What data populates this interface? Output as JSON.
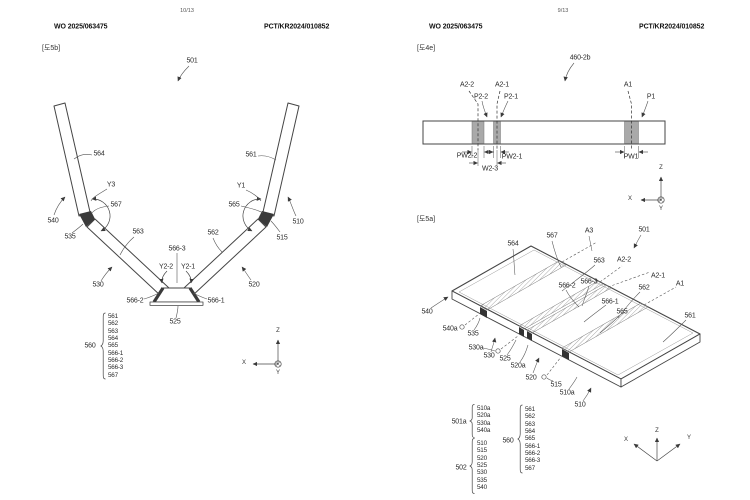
{
  "palette": {
    "ink": "#454545",
    "leader": "#555555",
    "band_gray": "#a9a9a9",
    "dark_fill": "#3a3a3a",
    "paper": "#ffffff"
  },
  "lp": {
    "page_num": "10/13",
    "wo": "WO 2025/063475",
    "pct": "PCT/KR2024/010852",
    "fig_tag": "[도5b]",
    "labels": {
      "n501": "501",
      "n564": "564",
      "y3": "Y3",
      "n567": "567",
      "n540": "540",
      "n535": "535",
      "n563": "563",
      "n530": "530",
      "n566_3": "566-3",
      "y2_2": "Y2-2",
      "y2_1": "Y2-1",
      "n566_2": "566-2",
      "n566_1": "566-1",
      "n525": "525",
      "n562": "562",
      "n520": "520",
      "n565": "565",
      "y1": "Y1",
      "n561": "561",
      "n510": "510",
      "n515": "515"
    },
    "ref560": {
      "label": "560",
      "items": [
        "561",
        "562",
        "563",
        "564",
        "565",
        "566-1",
        "566-2",
        "566-3",
        "567"
      ]
    },
    "axis": {
      "z": "Z",
      "x": "X",
      "y": "Y"
    }
  },
  "rp": {
    "page_num": "9/13",
    "wo": "WO 2025/063475",
    "pct": "PCT/KR2024/010852",
    "fig4e": {
      "tag": "[도4e]",
      "labels": {
        "n460_2b": "460-2b",
        "a2_2": "A2-2",
        "a2_1": "A2-1",
        "p2_2": "P2-2",
        "p2_1": "P2-1",
        "a1": "A1",
        "p1": "P1",
        "pw2_2": "PW2-2",
        "pw2_1": "PW2-1",
        "w2_3": "W2-3",
        "pw1": "PW1"
      },
      "axis": {
        "z": "Z",
        "x": "X",
        "y": "Y"
      }
    },
    "fig5a": {
      "tag": "[도5a]",
      "labels": {
        "n564": "564",
        "n567": "567",
        "a3": "A3",
        "n501": "501",
        "n563": "563",
        "a2_2": "A2-2",
        "a2_1": "A2-1",
        "a1": "A1",
        "n566_2": "566-2",
        "n566_3": "566-3",
        "n562": "562",
        "n566_1": "566-1",
        "n565": "565",
        "n561": "561",
        "n540": "540",
        "n540a": "540a",
        "n535": "535",
        "n530a": "530a",
        "n530": "530",
        "n525": "525",
        "n520a": "520a",
        "n520": "520",
        "n515": "515",
        "n510a": "510a",
        "n510": "510"
      },
      "ref501a": {
        "label": "501a",
        "items": [
          "510a",
          "520a",
          "530a",
          "540a"
        ]
      },
      "ref502": {
        "label": "502",
        "items": [
          "510",
          "515",
          "520",
          "525",
          "530",
          "535",
          "540"
        ]
      },
      "ref560": {
        "label": "560",
        "items": [
          "561",
          "562",
          "563",
          "564",
          "565",
          "566-1",
          "566-2",
          "566-3",
          "567"
        ]
      },
      "axis": {
        "z": "Z",
        "x": "X",
        "y": "Y"
      }
    }
  }
}
